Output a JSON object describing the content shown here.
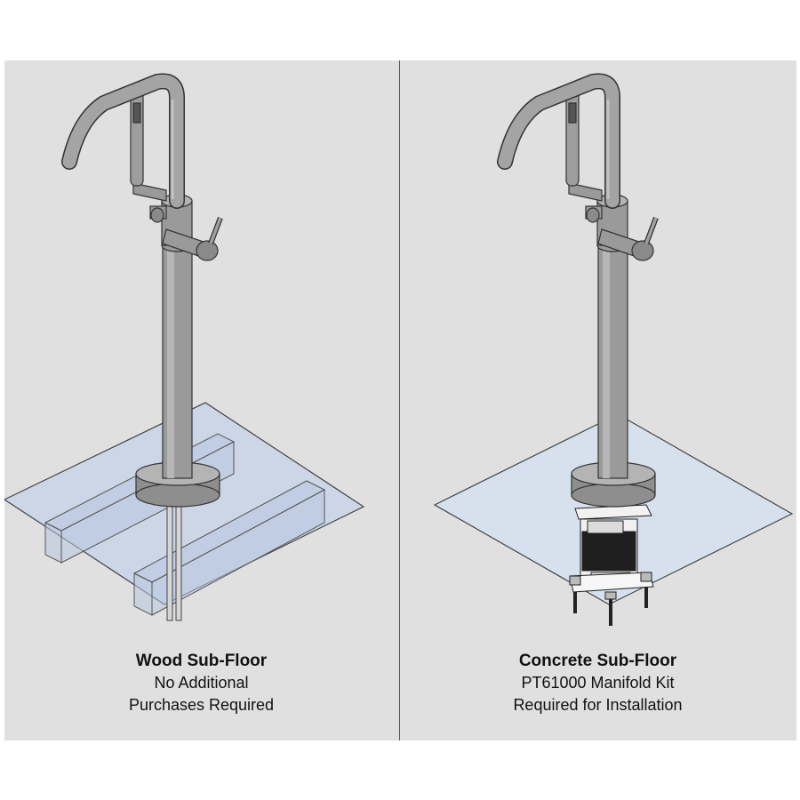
{
  "panels": [
    {
      "title": "Wood Sub-Floor",
      "line1": "No Additional",
      "line2": "Purchases Required"
    },
    {
      "title": "Concrete Sub-Floor",
      "line1": "PT61000 Manifold Kit",
      "line2": "Required for Installation"
    }
  ],
  "colors": {
    "background": "#e0e0e0",
    "metal": "#9a9a9a",
    "floor_glass": "#c6d3e6"
  }
}
